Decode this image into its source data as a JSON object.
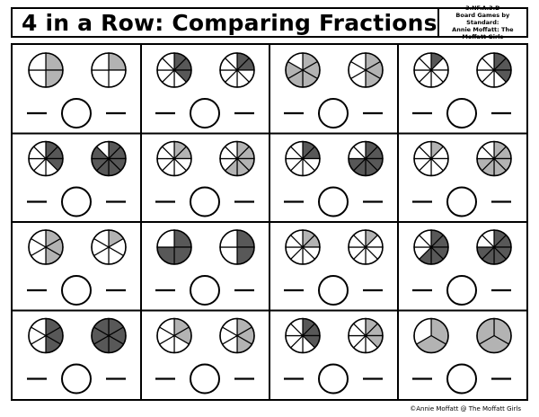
{
  "header": {
    "title": "4 in a Row: Comparing Fractions",
    "standard": "3.NF.A.3.D",
    "series": "Board Games by Standard:",
    "author": "Annie Moffatt: The Moffatt Girls"
  },
  "footer": {
    "credit": "©Annie Moffatt @ The Moffatt Girls"
  },
  "colors": {
    "shaded_dark": "#585858",
    "shaded_light": "#b3b3b3",
    "unshaded": "#ffffff",
    "line": "#000000"
  },
  "grid": {
    "rows": 4,
    "cols": 4
  },
  "cards": [
    {
      "left": {
        "parts": 4,
        "shaded": 2,
        "shade": "light"
      },
      "right": {
        "parts": 4,
        "shaded": 1,
        "shade": "light"
      }
    },
    {
      "left": {
        "parts": 8,
        "shaded": 3,
        "shade": "dark"
      },
      "right": {
        "parts": 8,
        "shaded": 2,
        "shade": "dark"
      }
    },
    {
      "left": {
        "parts": 6,
        "shaded": 5,
        "shade": "light"
      },
      "right": {
        "parts": 6,
        "shaded": 3,
        "shade": "light"
      }
    },
    {
      "left": {
        "parts": 8,
        "shaded": 1,
        "shade": "dark"
      },
      "right": {
        "parts": 8,
        "shaded": 3,
        "shade": "dark"
      }
    },
    {
      "left": {
        "parts": 8,
        "shaded": 3,
        "shade": "dark"
      },
      "right": {
        "parts": 8,
        "shaded": 7,
        "shade": "dark"
      }
    },
    {
      "left": {
        "parts": 8,
        "shaded": 2,
        "shade": "light"
      },
      "right": {
        "parts": 8,
        "shaded": 5,
        "shade": "light"
      }
    },
    {
      "left": {
        "parts": 8,
        "shaded": 2,
        "shade": "dark"
      },
      "right": {
        "parts": 8,
        "shaded": 6,
        "shade": "dark"
      }
    },
    {
      "left": {
        "parts": 8,
        "shaded": 1,
        "shade": "light"
      },
      "right": {
        "parts": 8,
        "shaded": 6,
        "shade": "light"
      }
    },
    {
      "left": {
        "parts": 6,
        "shaded": 3,
        "shade": "light"
      },
      "right": {
        "parts": 6,
        "shaded": 1,
        "shade": "light"
      }
    },
    {
      "left": {
        "parts": 4,
        "shaded": 3,
        "shade": "dark"
      },
      "right": {
        "parts": 4,
        "shaded": 2,
        "shade": "dark"
      }
    },
    {
      "left": {
        "parts": 8,
        "shaded": 2,
        "shade": "light"
      },
      "right": {
        "parts": 8,
        "shaded": 1,
        "shade": "light"
      }
    },
    {
      "left": {
        "parts": 8,
        "shaded": 5,
        "shade": "dark"
      },
      "right": {
        "parts": 8,
        "shaded": 6,
        "shade": "dark"
      }
    },
    {
      "left": {
        "parts": 6,
        "shaded": 3,
        "shade": "dark"
      },
      "right": {
        "parts": 6,
        "shaded": 6,
        "shade": "dark"
      }
    },
    {
      "left": {
        "parts": 6,
        "shaded": 2,
        "shade": "light"
      },
      "right": {
        "parts": 6,
        "shaded": 3,
        "shade": "light"
      }
    },
    {
      "left": {
        "parts": 8,
        "shaded": 3,
        "shade": "dark"
      },
      "right": {
        "parts": 8,
        "shaded": 3,
        "shade": "light"
      }
    },
    {
      "left": {
        "parts": 3,
        "shaded": 2,
        "shade": "light"
      },
      "right": {
        "parts": 3,
        "shaded": 3,
        "shade": "light"
      }
    }
  ]
}
